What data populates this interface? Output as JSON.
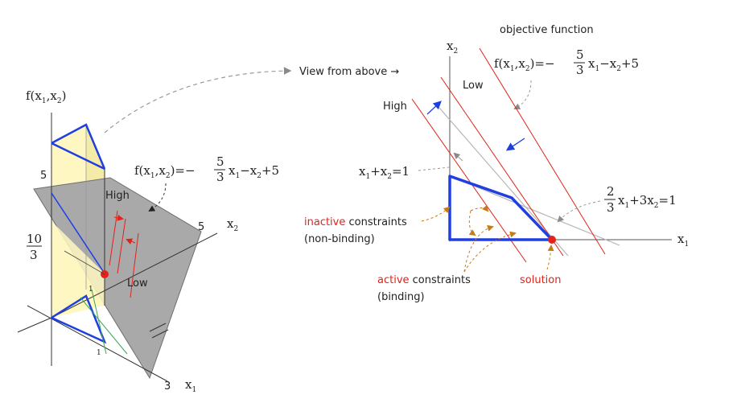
{
  "left": {
    "axis_z": "f(x",
    "axis_z_sub1": "1",
    "axis_z_mid": ",x",
    "axis_z_sub2": "2",
    "axis_z_end": ")",
    "tick_z_5": "5",
    "tick_z_frac_num": "10",
    "tick_z_frac_den": "3",
    "axis_x2": "x",
    "axis_x2_sub": "2",
    "tick_x2_5": "5",
    "axis_x1": "x",
    "axis_x1_sub": "1",
    "tick_x1_3": "3",
    "tick_1a": "1",
    "tick_1b": "1",
    "label_high": "High",
    "label_low": "Low",
    "eq_lhs": "f(x",
    "eq_sub1": "1",
    "eq_mid": ",x",
    "eq_sub2": "2",
    "eq_eqpart": ")=−",
    "eq_num": "5",
    "eq_den": "3",
    "eq_rest1": "x",
    "eq_rest1_sub": "1",
    "eq_rest2": "−x",
    "eq_rest2_sub": "2",
    "eq_rest3": "+5"
  },
  "middle": {
    "view_label": "View from above →"
  },
  "right": {
    "title": "objective function",
    "eq_lhs": "f(x",
    "eq_sub1": "1",
    "eq_mid": ",x",
    "eq_sub2": "2",
    "eq_eqpart": ")=−",
    "eq_num": "5",
    "eq_den": "3",
    "eq_rest1": "x",
    "eq_rest1_sub": "1",
    "eq_rest2": "−x",
    "eq_rest2_sub": "2",
    "eq_rest3": "+5",
    "axis_x2": "x",
    "axis_x2_sub": "2",
    "axis_x1": "x",
    "axis_x1_sub": "1",
    "label_low": "Low",
    "label_high": "High",
    "c1_a": "x",
    "c1_a_sub": "1",
    "c1_b": "+x",
    "c1_b_sub": "2",
    "c1_c": "=1",
    "c2_num": "2",
    "c2_den": "3",
    "c2_a": "x",
    "c2_a_sub": "1",
    "c2_b": "+3x",
    "c2_b_sub": "2",
    "c2_c": "=1",
    "inactive_red": "inactive",
    "inactive_rest": " constraints",
    "inactive_note": "(non-binding)",
    "active_red": "active",
    "active_rest": " constraints",
    "active_note": "(binding)",
    "solution": "solution"
  },
  "colors": {
    "blue": "#1f3fe0",
    "red": "#e2231a",
    "orange": "#c87a14",
    "gray_plane": "#a9a9a9",
    "yellow_prism": "#fff7c2"
  }
}
